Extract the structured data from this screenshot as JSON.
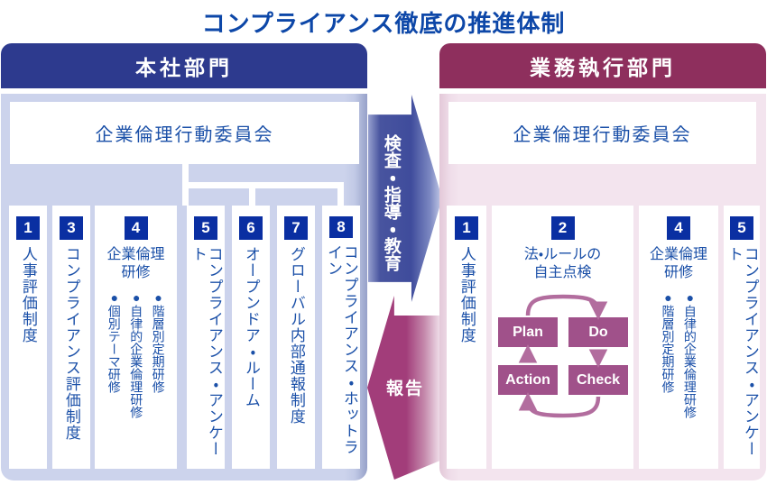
{
  "title": "コンプライアンス徹底の推進体制",
  "colors": {
    "title_blue": "#0d47a8",
    "header_indigo": "#2d3a8e",
    "panel_lavender": "#ccd3ec",
    "number_badge_blue": "#0a2fa2",
    "text_blue": "#1b50a8",
    "header_maroon": "#8e2f5d",
    "panel_pink": "#f3e4ee",
    "pdca_magenta": "#a0518a",
    "arrow_blue": "#3f4c9c",
    "arrow_magenta": "#a23d7a"
  },
  "left_panel": {
    "header": "本社部門",
    "committee": "企業倫理行動委員会",
    "columns": [
      {
        "num": "1",
        "label": "人事評価制度"
      },
      {
        "num": "3",
        "label": "コンプライアンス評価制度"
      },
      {
        "num": "4",
        "label": "企業倫理研修",
        "bullets": [
          "●階層別定期研修",
          "●自律的企業倫理研修",
          "●個別テーマ研修"
        ]
      },
      {
        "num": "5",
        "label": "コンプライアンス・アンケート"
      },
      {
        "num": "6",
        "label": "オープンドア・ルーム"
      },
      {
        "num": "7",
        "label": "グローバル内部通報制度"
      },
      {
        "num": "8",
        "label": "コンプライアンス・ホットライン"
      }
    ]
  },
  "arrows": {
    "to_right_label": "検査・指導・教育",
    "to_left_label": "報告"
  },
  "right_panel": {
    "header": "業務執行部門",
    "committee": "企業倫理行動委員会",
    "columns": [
      {
        "num": "1",
        "label": "人事評価制度"
      },
      {
        "num": "2",
        "label_line1": "法・ルールの",
        "label_line2": "自主点検",
        "pdca": {
          "plan": "Plan",
          "do": "Do",
          "check": "Check",
          "action": "Action"
        }
      },
      {
        "num": "4",
        "label": "企業倫理研修",
        "bullets": [
          "●自律的企業倫理研修",
          "●階層別定期研修"
        ]
      },
      {
        "num": "5",
        "label": "コンプライアンス・アンケート"
      }
    ]
  }
}
